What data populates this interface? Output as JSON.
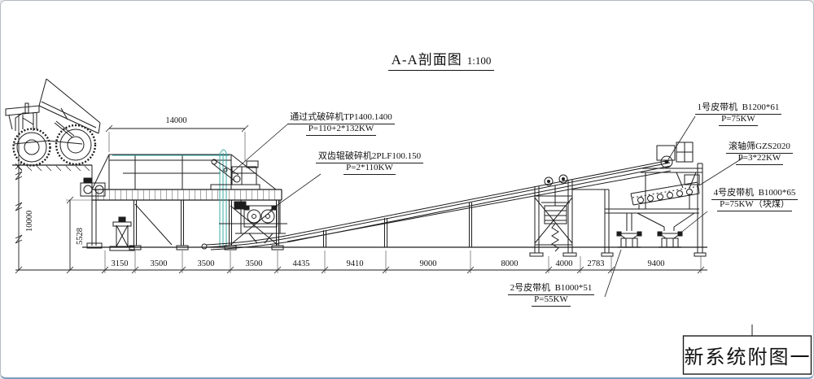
{
  "frame": {
    "section_title": "A-A剖面图",
    "section_scale": "1:100",
    "title_block": "新系统附图一"
  },
  "equipment_labels": {
    "tp_crusher": {
      "name": "通过式破碎机TP1400.1400",
      "power": "P=110+2*132KW"
    },
    "roller_crusher": {
      "name": "双齿辊破碎机2PLF100.150",
      "power": "P=2*110KW"
    },
    "belt_1": {
      "name": "1号皮带机  B1200*61",
      "power": "P=75KW"
    },
    "roller_screen": {
      "name": "滚轴筛GZS2020",
      "power": "P=3*22KW"
    },
    "belt_4": {
      "name": "4号皮带机  B1000*65",
      "power": "P=75KW（块煤）"
    },
    "belt_2": {
      "name": "2号皮带机  B1000*51",
      "power": "P=55KW"
    }
  },
  "dimensions": {
    "top_width": "14000",
    "left_height_outer": "10000",
    "left_height_inner": "5528",
    "bottom_chain": [
      "3150",
      "3500",
      "3500",
      "3500",
      "4435",
      "9410",
      "9000",
      "8000",
      "4000",
      "2783",
      "9400"
    ]
  },
  "colors": {
    "line": "#1d1d1d",
    "teal_accent": "#3aaca5",
    "background": "#ffffff"
  }
}
